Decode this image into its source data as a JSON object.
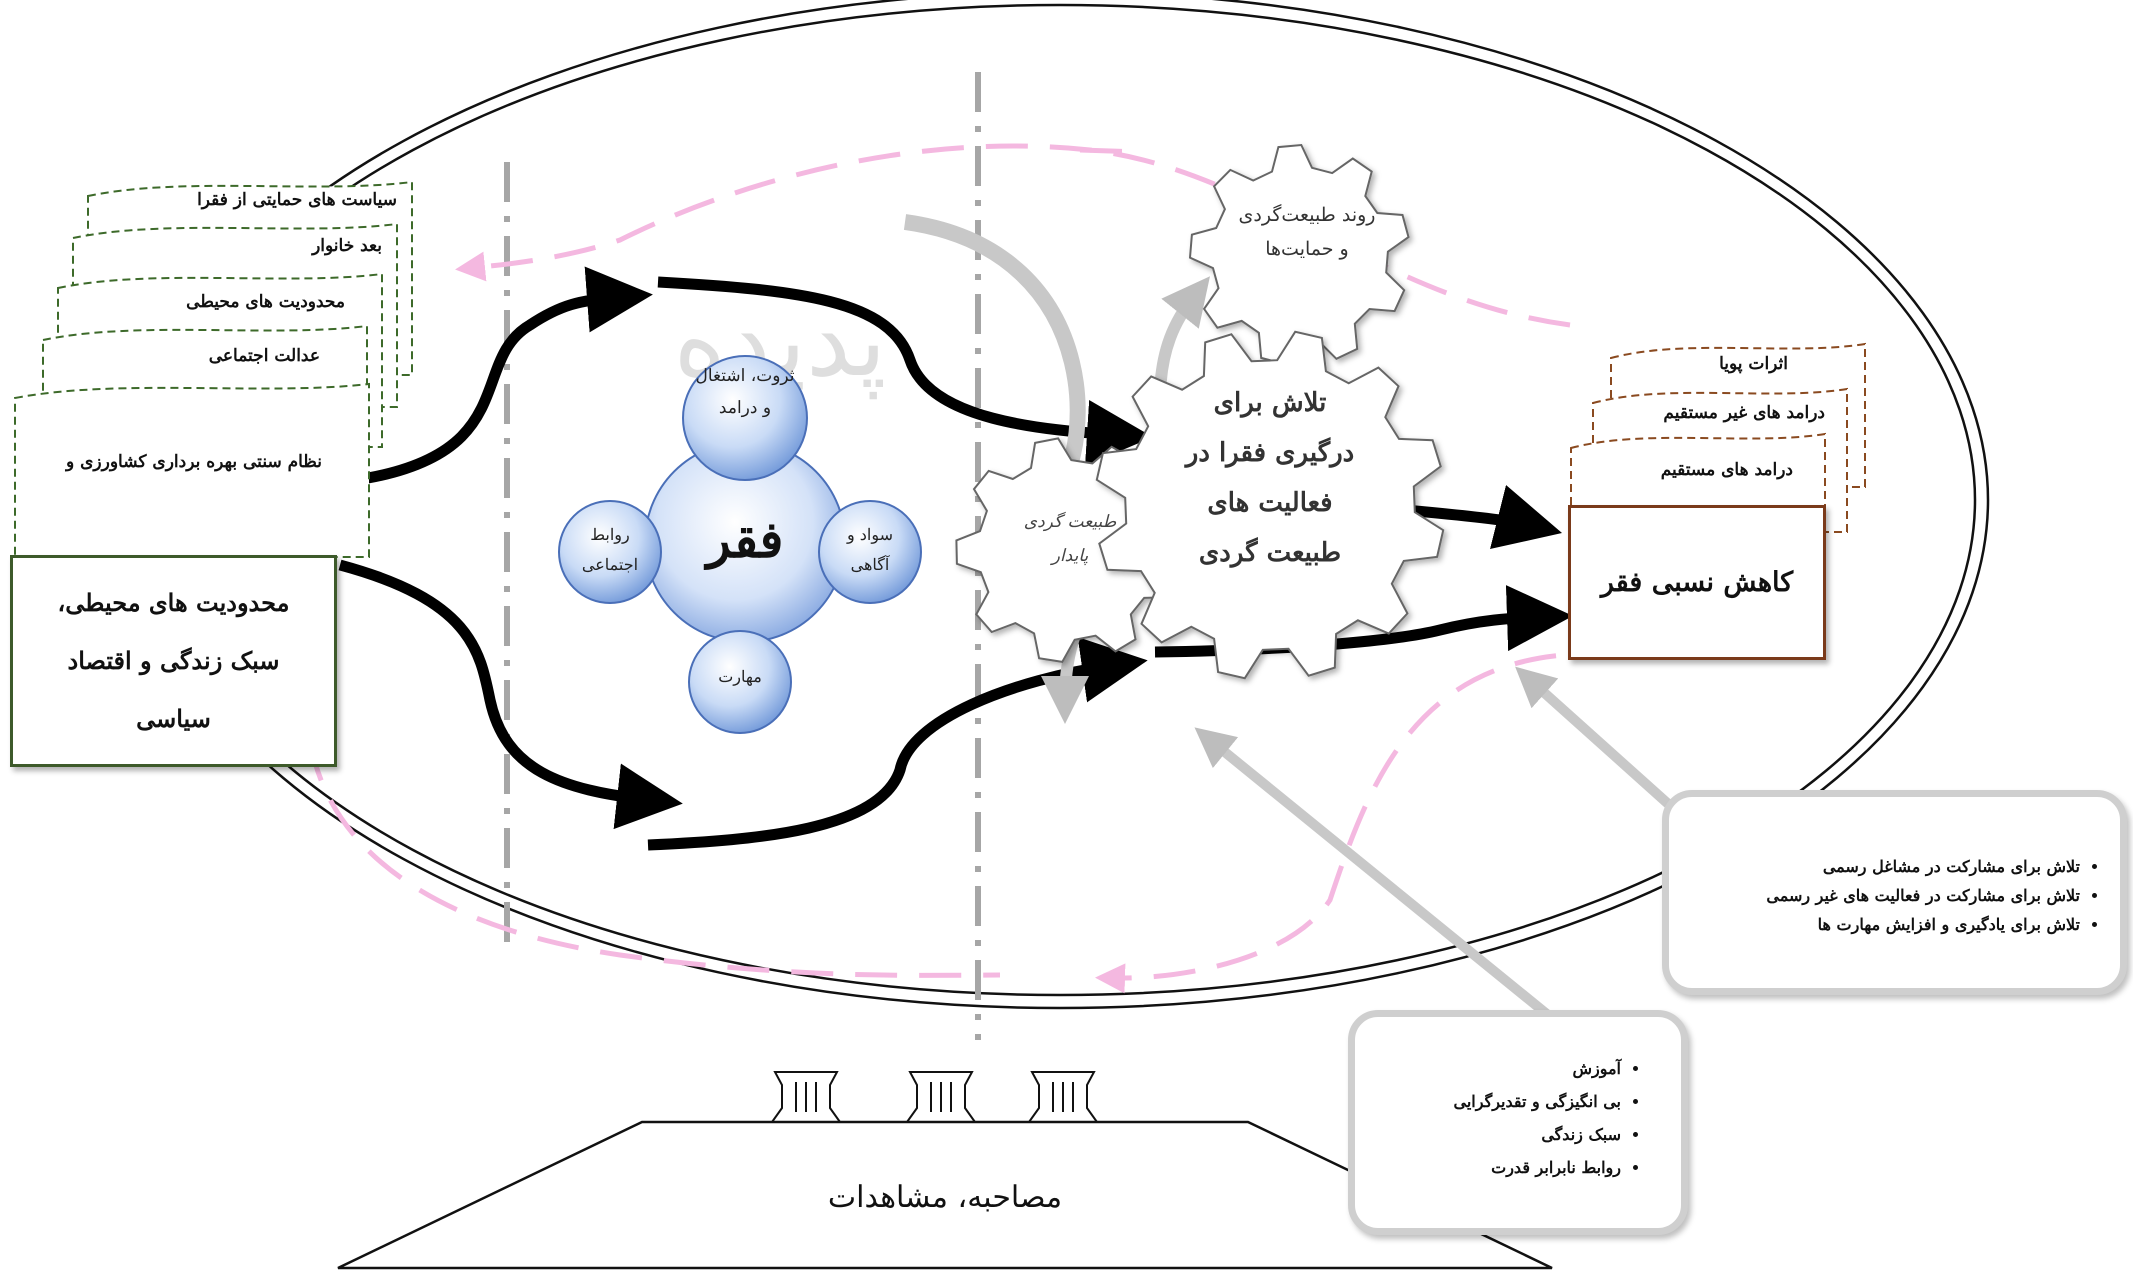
{
  "left_boxes": {
    "stack": [
      "سیاست های حمایتی از فقرا",
      "بعد خانوار",
      "محدودیت های محیطی",
      "عدالت اجتماعی",
      "نظام سنتی بهره برداری کشاورزی و"
    ],
    "main": "محدودیت های محیطی، سبک زندگی و اقتصاد سیاسی"
  },
  "watermark": "پدیده",
  "poverty": {
    "center": "فقر",
    "top": "ثروت، اشتغال و درامد",
    "left": "روابط اجتماعی",
    "right": "سواد و آگاهی",
    "bottom": "مهارت"
  },
  "gears": {
    "top": "روند طبیعت‌گردی و حمایت‌ها",
    "small": "طبیعت گردی پایدار",
    "main": "تلاش برای درگیری فقرا در فعالیت های طبیعت گردی"
  },
  "right_boxes": {
    "stack": [
      "اثرات پویا",
      "درامد های غیر مستقیم",
      "درامد های مستقیم"
    ],
    "main": "کاهش نسبی فقر"
  },
  "strategies": [
    "تلاش برای مشارکت در مشاغل رسمی",
    "تلاش برای مشارکت در فعالیت های غیر رسمی",
    "تلاش برای یادگیری و افزایش مهارت ها"
  ],
  "barriers": [
    "آموزش",
    "بی انگیزگی و تقدیرگرایی",
    "سبک زندگی",
    "روابط نابرابر قدرت"
  ],
  "base": "مصاحبه، مشاهدات",
  "colors": {
    "arrow": "#000000",
    "pink_dash": "#f4b8e0",
    "gray_arrow": "#c8c8c8",
    "bubble": "#8fb2e8",
    "main_box_border": "#3d5a2a",
    "outcome_border": "#7a3a1a",
    "right_stack_border": "#8a4a20",
    "left_stack_border": "#3d6a2a"
  }
}
